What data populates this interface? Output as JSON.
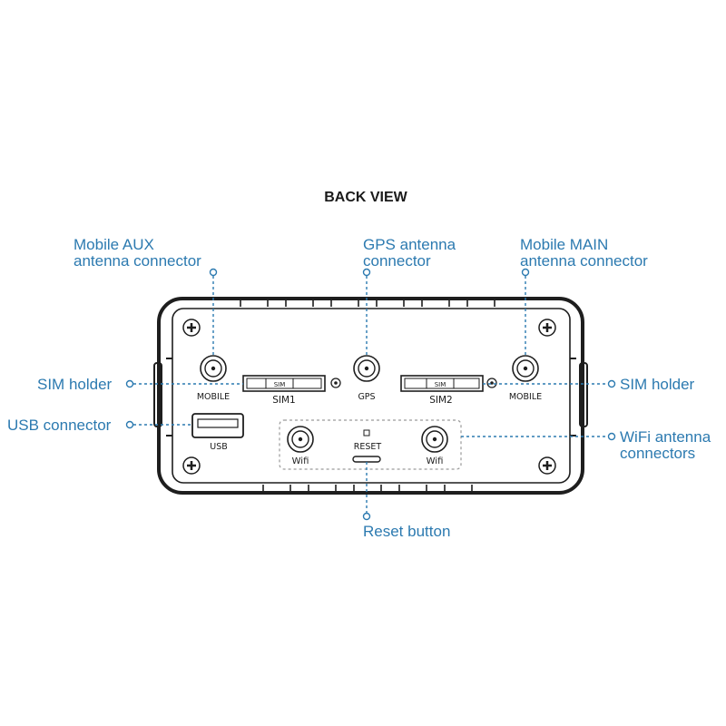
{
  "title": "BACK VIEW",
  "callouts": {
    "mobile_aux": [
      "Mobile AUX",
      "antenna connector"
    ],
    "gps": [
      "GPS antenna",
      "connector"
    ],
    "mobile_main": [
      "Mobile MAIN",
      "antenna connector"
    ],
    "sim_holder_left": "SIM holder",
    "sim_holder_right": "SIM holder",
    "usb": "USB connector",
    "wifi": [
      "WiFi antenna",
      "connectors"
    ],
    "reset": "Reset button"
  },
  "device_labels": {
    "mobile_left": "MOBILE",
    "sim1": "SIM1",
    "sim_slot": "SIM",
    "gps": "GPS",
    "sim2": "SIM2",
    "mobile_right": "MOBILE",
    "usb": "USB",
    "wifi_left": "Wifi",
    "reset": "RESET",
    "wifi_right": "Wifi"
  },
  "colors": {
    "callout": "#2c7ab0",
    "outline": "#1e1e1e"
  }
}
